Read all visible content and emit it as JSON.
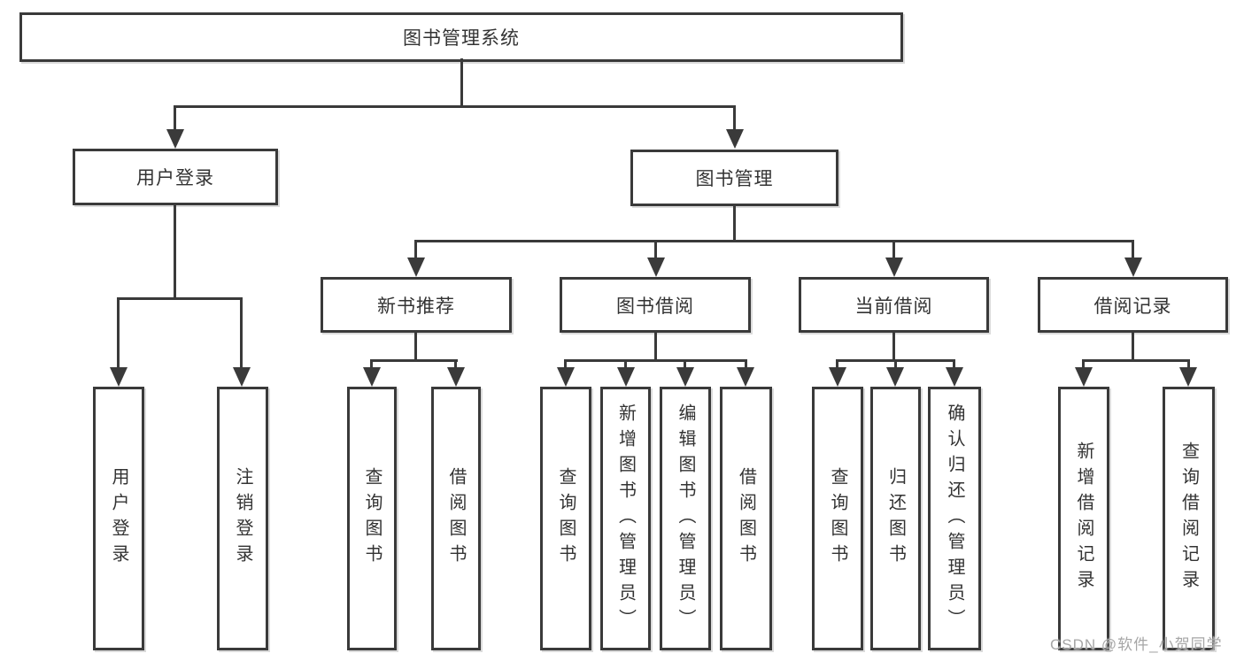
{
  "tree": {
    "label": "图书管理系统",
    "children": [
      {
        "label": "用户登录",
        "children": [
          {
            "label": "用户登录"
          },
          {
            "label": "注销登录"
          }
        ]
      },
      {
        "label": "图书管理",
        "children": [
          {
            "label": "新书推荐",
            "children": [
              {
                "label": "查询图书"
              },
              {
                "label": "借阅图书"
              }
            ]
          },
          {
            "label": "图书借阅",
            "children": [
              {
                "label": "查询图书"
              },
              {
                "label": "新增图书（管理员）"
              },
              {
                "label": "编辑图书（管理员）"
              },
              {
                "label": "借阅图书"
              }
            ]
          },
          {
            "label": "当前借阅",
            "children": [
              {
                "label": "查询图书"
              },
              {
                "label": "归还图书"
              },
              {
                "label": "确认归还（管理员）"
              }
            ]
          },
          {
            "label": "借阅记录",
            "children": [
              {
                "label": "新增借阅记录"
              },
              {
                "label": "查询借阅记录"
              }
            ]
          }
        ]
      }
    ]
  },
  "watermark": "CSDN @软件_小贺同学",
  "colors": {
    "line": "#3a3a3a",
    "text": "#333333",
    "watermark": "#a6a6a6",
    "background": "#ffffff"
  }
}
